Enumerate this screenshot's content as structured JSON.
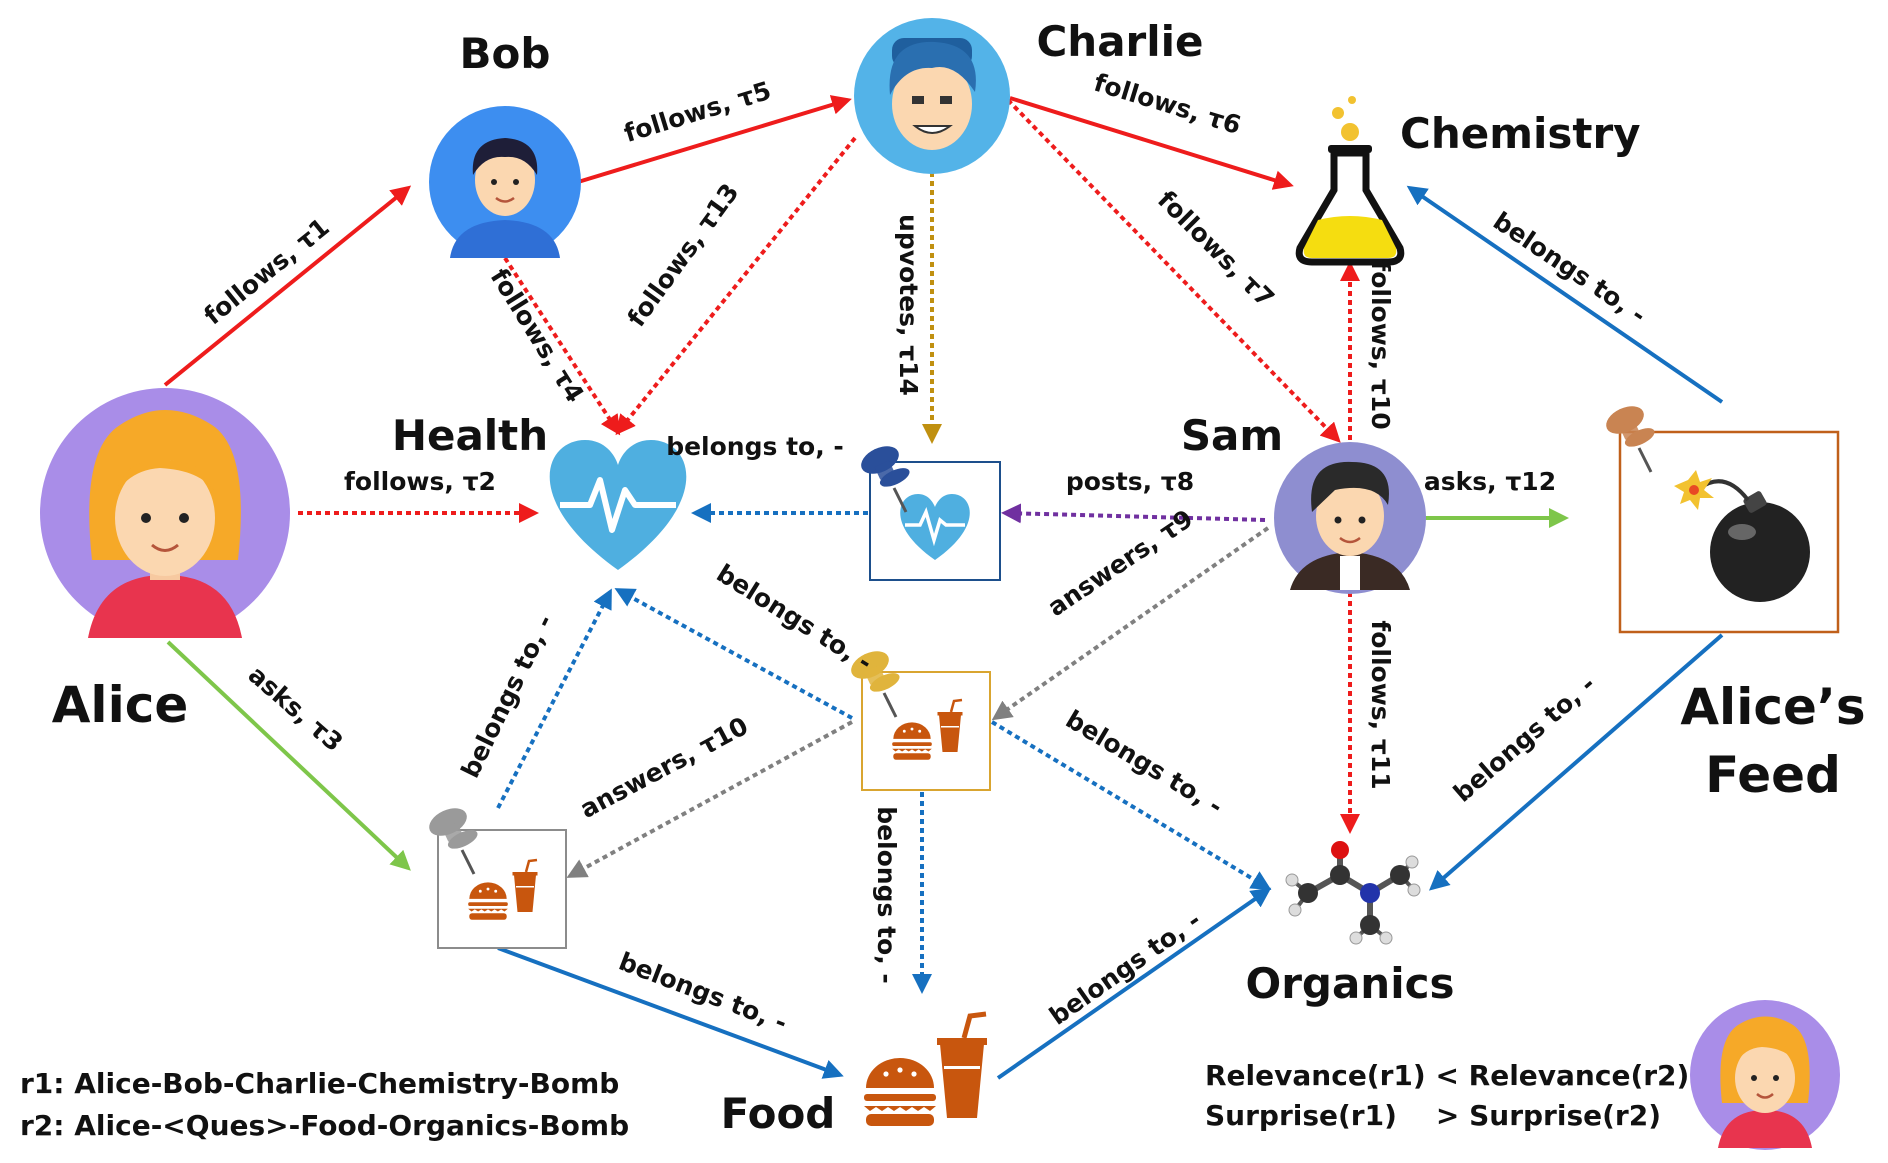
{
  "nodes": {
    "alice": "Alice",
    "bob": "Bob",
    "charlie": "Charlie",
    "chemistry": "Chemistry",
    "health": "Health",
    "sam": "Sam",
    "alices_feed_1": "Alice’s",
    "alices_feed_2": "Feed",
    "organics": "Organics",
    "food": "Food"
  },
  "edges": {
    "alice_bob": "follows, τ1",
    "alice_health": "follows, τ2",
    "alice_q1": "asks, τ3",
    "bob_health": "follows, τ4",
    "bob_charlie": "follows, τ5",
    "charlie_chem": "follows, τ6",
    "charlie_sam": "follows, τ7",
    "sam_hpost": "posts, τ8",
    "sam_q2": "answers, τ9",
    "sam_chem": "follows, τ10",
    "q2_q1": "answers, τ10",
    "sam_organics": "follows, τ11",
    "sam_bomb": "asks, τ12",
    "charlie_health": "follows, τ13",
    "charlie_hpost": "upvotes, τ14",
    "hpost_health": "belongs to, -",
    "q2_health": "belongs to, -",
    "q1_health": "belongs to, -",
    "q2_organics": "belongs to, -",
    "q2_food": "belongs to, -",
    "q1_food": "belongs to, -",
    "food_organics": "belongs to, -",
    "bomb_chem": "belongs to, -",
    "bomb_organics": "belongs to, -"
  },
  "paths": {
    "r1": "r1: Alice-Bob-Charlie-Chemistry-Bomb",
    "r2": "r2: Alice-<Ques>-Food-Organics-Bomb"
  },
  "comparison": {
    "line1": "Relevance(r1) < Relevance(r2)",
    "line2": "Surprise(r1)    > Surprise(r2)"
  },
  "colors": {
    "follows": "#ee1c1c",
    "asks": "#7ec64a",
    "belongs": "#1670c0",
    "answers": "#808080",
    "posts": "#7030a0",
    "upvotes": "#c09010",
    "food_icon": "#c8560e"
  },
  "icons": {
    "alice": "woman-avatar-icon",
    "bob": "man-avatar-icon",
    "charlie": "man-avatar-icon",
    "sam": "man-avatar-icon",
    "health": "heart-pulse-icon",
    "chemistry": "flask-icon",
    "organics": "molecule-icon",
    "food": "burger-drink-icon",
    "bomb": "bomb-icon",
    "pin": "pushpin-icon"
  }
}
